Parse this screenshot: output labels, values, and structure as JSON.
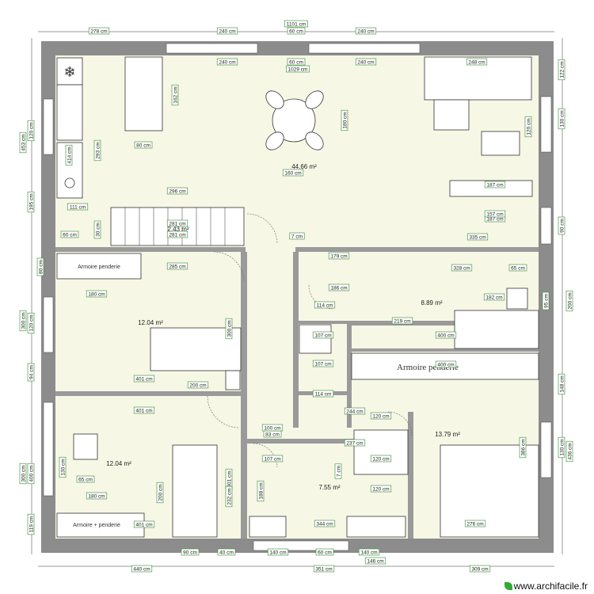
{
  "site": {
    "watermark": "www.archifacile.fr"
  },
  "rooms": [
    {
      "id": "living",
      "area": "44.66 m²"
    },
    {
      "id": "stair",
      "area": "2.43 m²"
    },
    {
      "id": "bedroom-west",
      "area": "12.04 m²"
    },
    {
      "id": "bedroom-southwest",
      "area": "12.04 m²"
    },
    {
      "id": "hall-east",
      "area": "8.89 m²"
    },
    {
      "id": "bathroom",
      "area": "7.55 m²"
    },
    {
      "id": "bedroom-southeast",
      "area": "13.79 m²"
    }
  ],
  "furniture_labels": {
    "wardrobe_east": "Armoire penderie",
    "wardrobe_southwest": "Armoire + penderie",
    "wardrobe_west": "Armoire penderie"
  },
  "dims": {
    "top_total": "1101 cm",
    "top_278": "278 cm",
    "top_240a": "240 cm",
    "top_60": "60 cm",
    "top_240b": "240 cm",
    "inner_240a": "240 cm",
    "inner_60": "60 cm",
    "inner_240b": "240 cm",
    "inner_1029": "1029 cm",
    "inner_248": "248 cm",
    "right_122": "122 cm",
    "right_130": "130 cm",
    "right_120": "120 cm",
    "right_90a": "90 cm",
    "right_200": "200 cm",
    "right_95": "95 cm",
    "right_148": "148 cm",
    "right_386": "386 cm",
    "right_130b": "130 cm",
    "right_436": "436 cm",
    "left_453": "453 cm",
    "left_120": "120 cm",
    "left_195": "195 cm",
    "left_80": "80 cm",
    "left_300": "300 cm",
    "left_94": "94 cm",
    "left_120b": "120 cm",
    "left_300b": "300 cm",
    "left_119": "119 cm",
    "left_130": "130 cm",
    "left_400": "400 cm",
    "bottom_90": "90 cm",
    "bottom_40": "40 cm",
    "bottom_140a": "140 cm",
    "bottom_60": "60 cm",
    "bottom_140b": "140 cm",
    "bottom_440": "440 cm",
    "bottom_351": "351 cm",
    "bottom_146": "146 cm",
    "bottom_309": "309 cm",
    "table_162": "162 cm",
    "table_80": "80 cm",
    "dining_180": "180 cm",
    "dining_160": "160 cm",
    "kitchen_293": "293 cm",
    "kitchen_111": "111 cm",
    "kitchen_414": "414 cm",
    "stair_296": "296 cm",
    "stair_281a": "281 cm",
    "stair_281b": "281 cm",
    "stair_60": "60 cm",
    "stair_30": "30 cm",
    "liv_335": "335 cm",
    "liv_187a": "187 cm",
    "liv_187b": "187 cm",
    "liv_157": "157 cm",
    "liv_7": "7 cm",
    "w1_285": "285 cm",
    "w1_180": "180 cm",
    "w1_401": "401 cm",
    "w1_200": "200 cm",
    "w1_300": "300 cm",
    "sw_401a": "401 cm",
    "sw_401b": "401 cm",
    "sw_180": "180 cm",
    "sw_65": "65 cm",
    "sw_200": "200 cm",
    "sw_301": "301 cm",
    "sw_232": "232 cm",
    "h_179": "179 cm",
    "h_328": "328 cm",
    "h_186": "186 cm",
    "h_182": "182 cm",
    "h_219": "219 cm",
    "h_114a": "114 cm",
    "h_114b": "114 cm",
    "h_107a": "107 cm",
    "h_107b": "107 cm",
    "h_400a": "400 cm",
    "h_400b": "400 cm",
    "h_65": "65 cm",
    "se_244": "244 cm",
    "se_120": "120 cm",
    "se_237": "237 cm",
    "se_276": "276 cm",
    "se_120b": "120 cm",
    "b_107": "107 cm",
    "b_120": "120 cm",
    "b_83": "83 cm",
    "b_100": "100 cm",
    "b_188": "188 cm",
    "b_344": "344 cm",
    "b_7": "7 cm"
  }
}
